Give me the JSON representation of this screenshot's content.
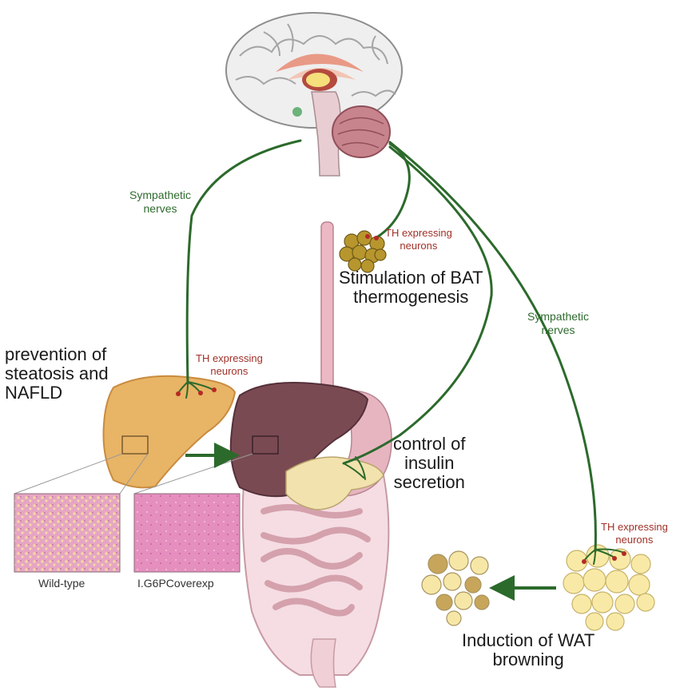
{
  "labels": {
    "sympathetic_left": [
      "Sympathetic",
      "nerves"
    ],
    "sympathetic_right": [
      "Sympathetic",
      "nerves"
    ],
    "th_bat": [
      "TH expressing",
      "neurons"
    ],
    "th_liver": [
      "TH expressing",
      "neurons"
    ],
    "th_wat": [
      "TH expressing",
      "neurons"
    ],
    "bat_effect": [
      "Stimulation of BAT",
      "thermogenesis"
    ],
    "liver_effect": [
      "prevention of",
      "steatosis and",
      "NAFLD"
    ],
    "pancreas_effect": [
      "control of",
      "insulin",
      "secretion"
    ],
    "wat_effect": [
      "Induction of WAT",
      "browning"
    ],
    "caption_wildtype": "Wild-type",
    "caption_overexp": "I.G6PCoverexp"
  },
  "colors": {
    "nerve": "#2c6a2c",
    "th_text": "#a03028",
    "healthy_liver": "#e8b466",
    "diseased_liver": "#7a4a52",
    "histology_pink": "#e79cc0"
  },
  "icons": [
    "brain-icon",
    "bat-cluster-icon",
    "wat-cluster-icon",
    "browning-wat-icon",
    "liver-icon",
    "gut-icon",
    "pancreas-icon",
    "arrow-icon"
  ]
}
